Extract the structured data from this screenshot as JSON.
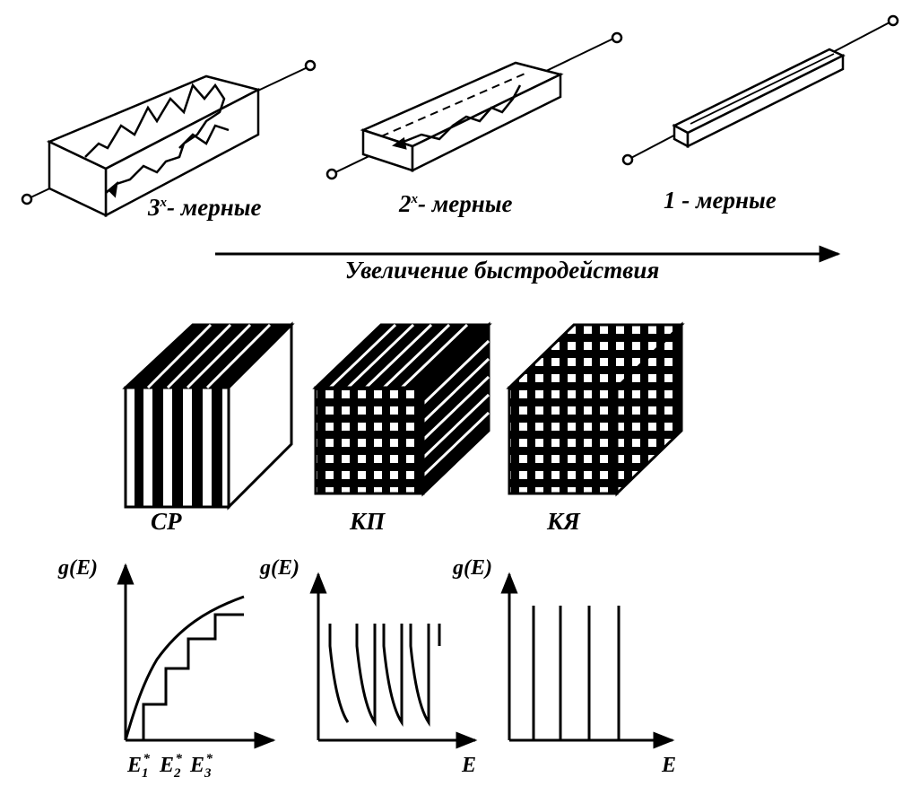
{
  "samples": [
    {
      "num": "3",
      "sup": "x",
      "text": "- мерные"
    },
    {
      "num": "2",
      "sup": "x",
      "text": "- мерные"
    },
    {
      "num": "1",
      "sup": "",
      "text": " - мерные"
    }
  ],
  "arrow_label": "Увеличение быстродействия",
  "structures": [
    "СР",
    "КП",
    "КЯ"
  ],
  "dos_graphs": {
    "y_label": "g(E)",
    "x_label": "E",
    "energy_levels": [
      {
        "base": "E",
        "sub": "1",
        "sup": "*"
      },
      {
        "base": "E",
        "sub": "2",
        "sup": "*"
      },
      {
        "base": "E",
        "sub": "3",
        "sup": "*"
      }
    ]
  }
}
